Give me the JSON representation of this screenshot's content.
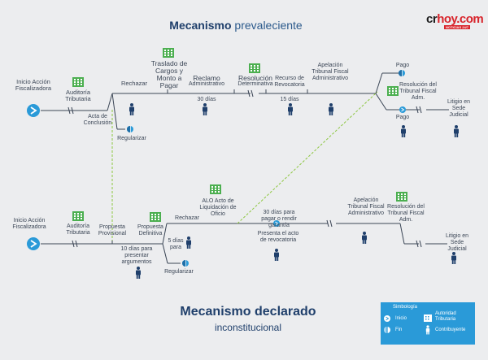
{
  "header": {
    "title_bold": "Mecanismo",
    "title_light": "prevaleciente",
    "logo_main": "cr",
    "logo_accent": "hoy.com",
    "logo_tag": "NOTICIAS 24/7"
  },
  "top_flow": {
    "inicio": "Inicio Acción Fiscalizadora",
    "auditoria": "Auditoría Tributaria",
    "acta": "Acta de Conclusión",
    "rechazar": "Rechazar",
    "regularizar": "Regularizar",
    "traslado": "Traslado de Cargos y Monto a Pagar",
    "reclamo": "Reclamo",
    "reclamo_sub": "Administrativo",
    "dias30": "30 días",
    "resolucion": "Resolución",
    "resolucion_sub": "Determinativa",
    "recurso": "Recurso de Revocatoria",
    "dias15": "15 días",
    "apelacion": "Apelación Tribunal Fiscal Administrativo",
    "pago1": "Pago",
    "pago2": "Pago",
    "resol_tribunal": "Resolución del Tribunal Fiscal Adm.",
    "litigio": "Litigio en Sede Judicial"
  },
  "bottom_flow": {
    "inicio": "Inicio Acción Fiscalizadora",
    "auditoria": "Auditoría Tributaria",
    "propuesta_prov": "Propuesta Provisional",
    "dias10": "10 días para presentar argumentos",
    "propuesta_def": "Propuesta Definitiva",
    "dias5": "5 días para",
    "rechazar": "Rechazar",
    "regularizar": "Regularizar",
    "alo": "ALO Acto de Liquidación de Oficio",
    "dias30": "30 días para pagar o rendir garantía",
    "presenta": "Presenta el acto de revocatoria",
    "apelacion": "Apelación Tribunal Fiscal Administrativo",
    "resol_tribunal": "Resolución del Tribunal Fiscal Adm.",
    "litigio": "Litigio en Sede Judicial"
  },
  "footer": {
    "title": "Mecanismo declarado",
    "subtitle": "inconstitucional"
  },
  "legend": {
    "title": "Simbología",
    "inicio": "Inicio",
    "fin": "Fin",
    "autoridad": "Autoridad Tributaria",
    "contribuyente": "Contribuyente"
  },
  "colors": {
    "background": "#ecedef",
    "line": "#3b4656",
    "accent_blue": "#2a9ad8",
    "green": "#4caf50",
    "dashed": "#8cc63f",
    "navy": "#1f3f6b",
    "brand_red": "#d8232a"
  }
}
